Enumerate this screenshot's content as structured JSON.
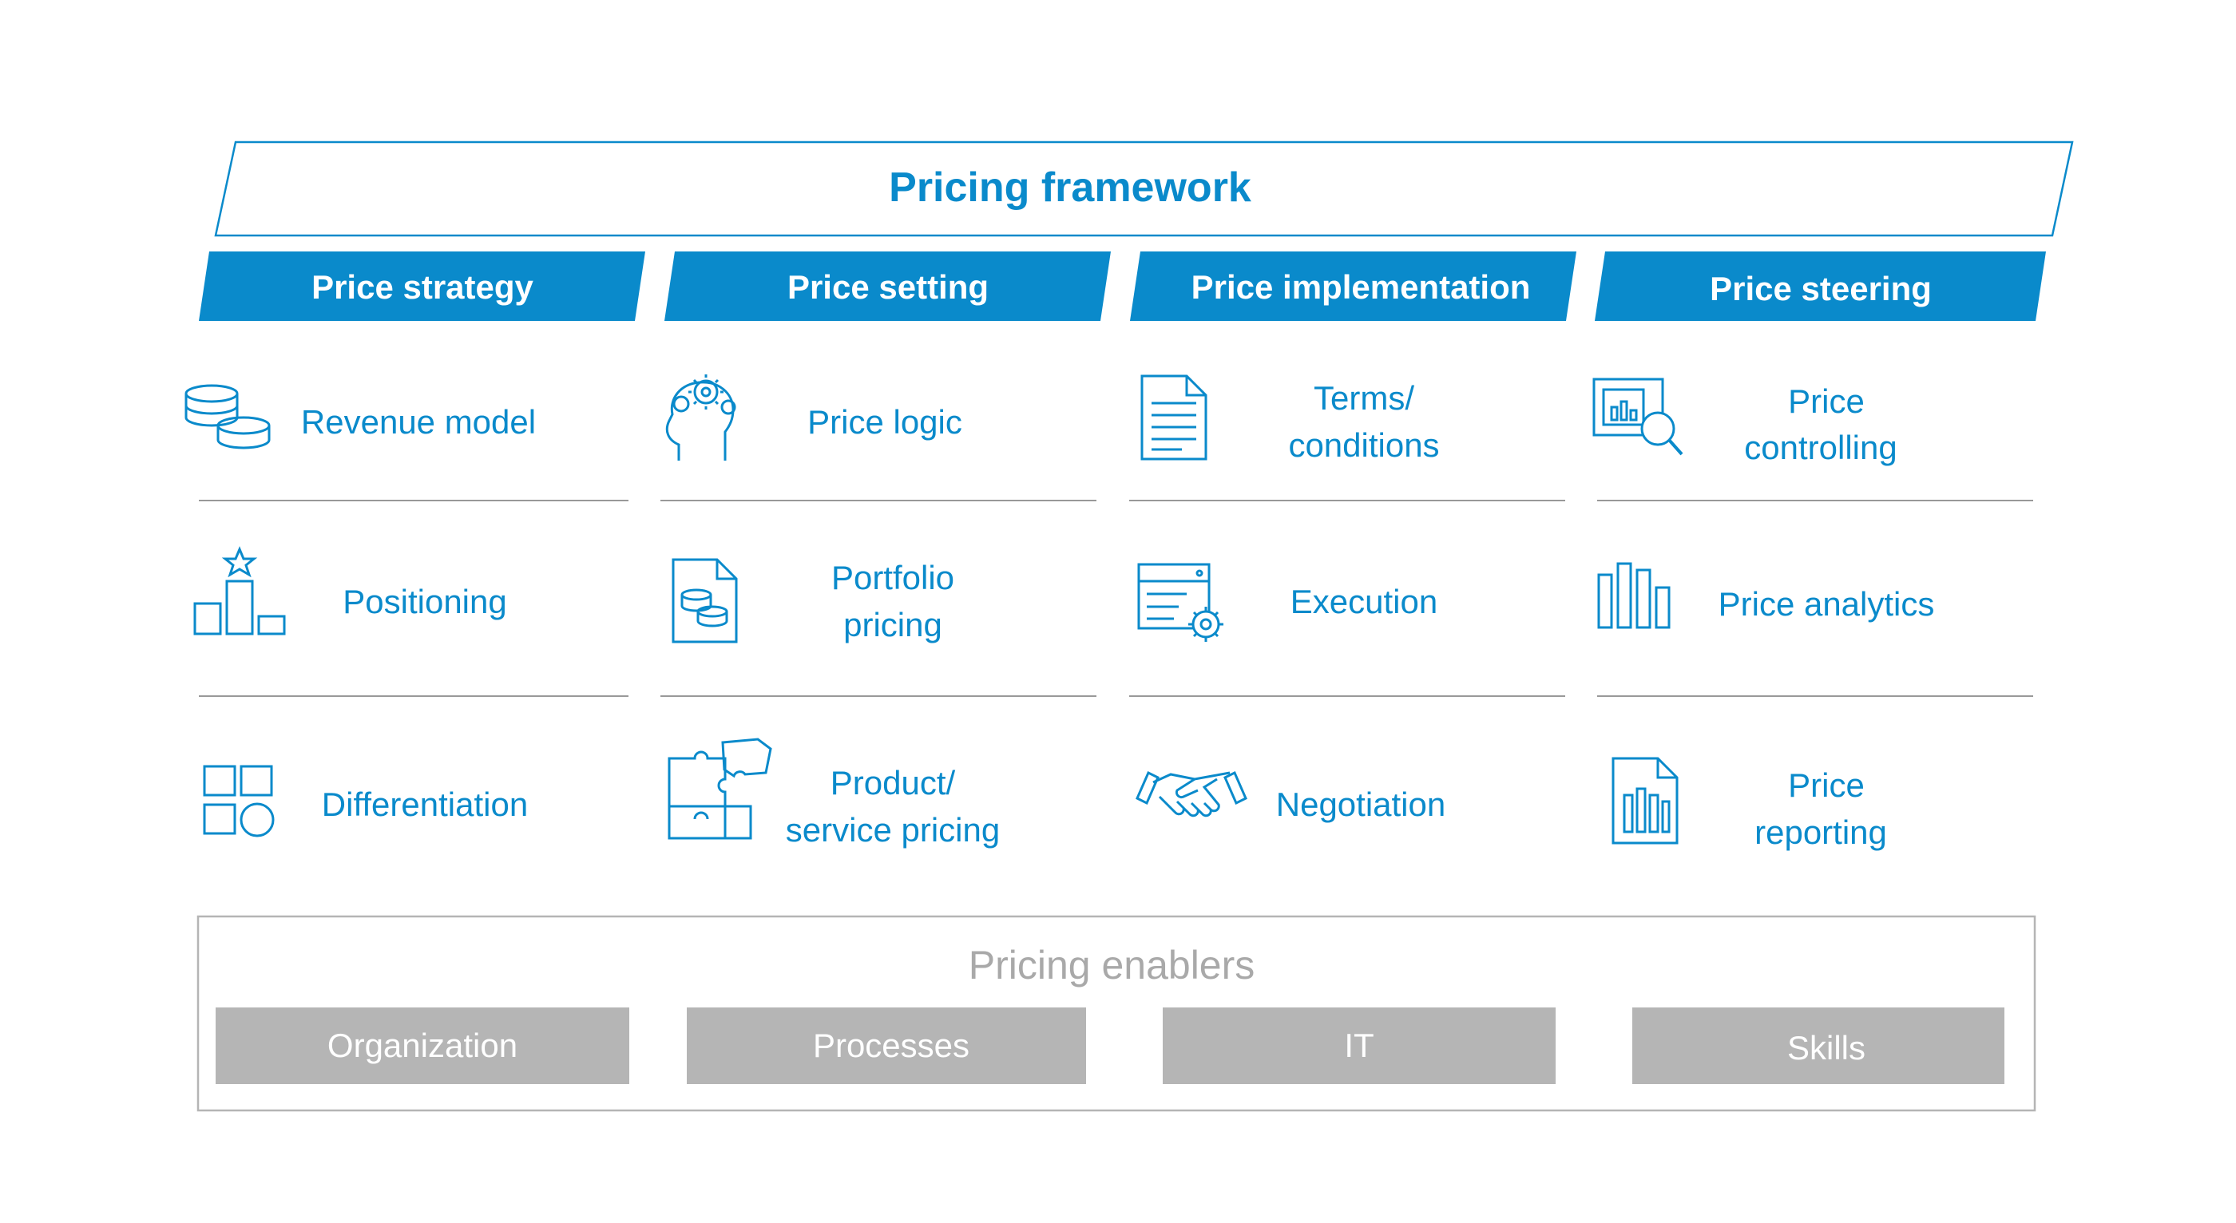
{
  "title": "Pricing framework",
  "colors": {
    "accent": "#0a8acb",
    "header_fill": "#0a8acb",
    "header_text": "#ffffff",
    "enabler_fill": "#b5b5b5",
    "enabler_text": "#ffffff",
    "enabler_title": "#a9a9a9",
    "divider": "#999999"
  },
  "columns": [
    {
      "header": "Price strategy",
      "items": [
        {
          "lines": [
            "Revenue model"
          ],
          "icon": "coins-icon"
        },
        {
          "lines": [
            "Positioning"
          ],
          "icon": "podium-star-icon"
        },
        {
          "lines": [
            "Differentiation"
          ],
          "icon": "shapes-grid-icon"
        }
      ]
    },
    {
      "header": "Price setting",
      "items": [
        {
          "lines": [
            "Price logic"
          ],
          "icon": "head-gears-icon"
        },
        {
          "lines": [
            "Portfolio",
            "pricing"
          ],
          "icon": "document-coins-icon"
        },
        {
          "lines": [
            "Product/",
            "service pricing"
          ],
          "icon": "puzzle-icon"
        }
      ]
    },
    {
      "header": "Price implementation",
      "items": [
        {
          "lines": [
            "Terms/",
            "conditions"
          ],
          "icon": "document-lines-icon"
        },
        {
          "lines": [
            "Execution"
          ],
          "icon": "server-gear-icon"
        },
        {
          "lines": [
            "Negotiation"
          ],
          "icon": "handshake-icon"
        }
      ]
    },
    {
      "header": "Price steering",
      "items": [
        {
          "lines": [
            "Price",
            "controlling"
          ],
          "icon": "chart-magnifier-icon"
        },
        {
          "lines": [
            "Price analytics"
          ],
          "icon": "bar-chart-icon"
        },
        {
          "lines": [
            "Price",
            "reporting"
          ],
          "icon": "report-document-icon"
        }
      ]
    }
  ],
  "enablers": {
    "title": "Pricing enablers",
    "items": [
      "Organization",
      "Processes",
      "IT",
      "Skills"
    ]
  }
}
